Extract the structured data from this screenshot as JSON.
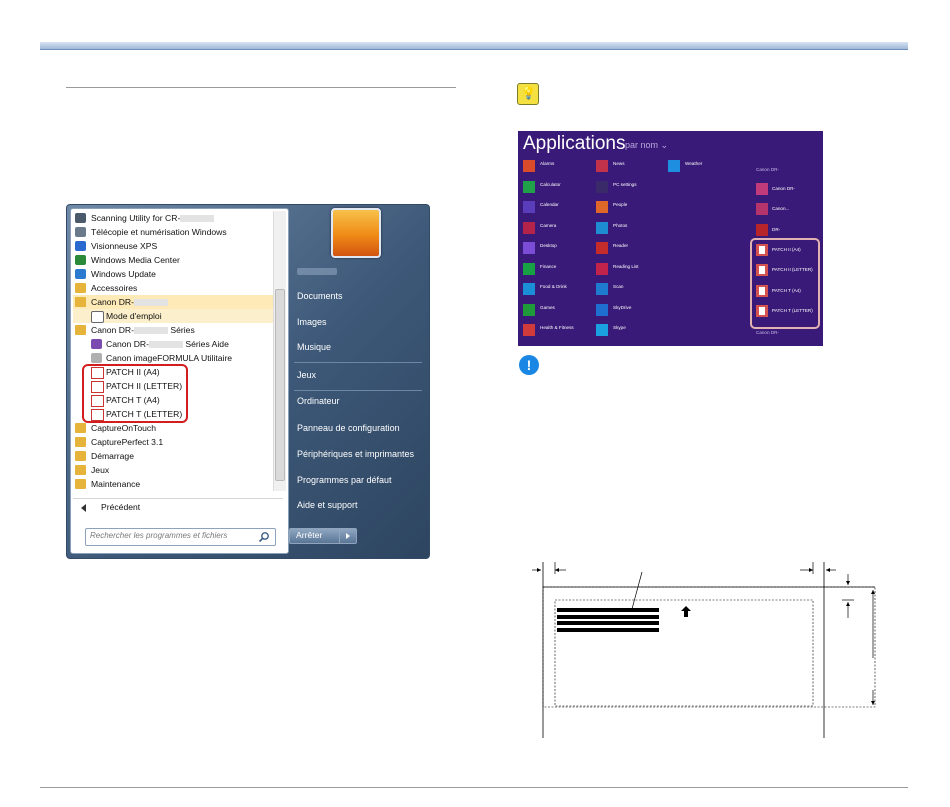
{
  "start_menu": {
    "programs": [
      {
        "label": "Scanning Utility for CR-",
        "icon": "scanner-icon",
        "level": 0
      },
      {
        "label": "Télécopie et numérisation Windows",
        "icon": "fax-icon",
        "level": 0
      },
      {
        "label": "Visionneuse XPS",
        "icon": "xps-icon",
        "level": 0
      },
      {
        "label": "Windows Media Center",
        "icon": "media-center-icon",
        "level": 0
      },
      {
        "label": "Windows Update",
        "icon": "update-icon",
        "level": 0
      },
      {
        "label": "Accessoires",
        "icon": "folder-icon",
        "level": 0
      },
      {
        "label": "Canon DR-",
        "icon": "folder-icon",
        "level": 0
      },
      {
        "label": "Mode d'emploi",
        "icon": "document-icon",
        "level": 1
      },
      {
        "label": "Canon DR-",
        "suffix": "Séries",
        "icon": "folder-icon",
        "level": 0
      },
      {
        "label": "Canon DR-",
        "suffix": "Séries Aide",
        "icon": "help-icon",
        "level": 1
      },
      {
        "label": "Canon imageFORMULA Utilitaire",
        "icon": "utility-icon",
        "level": 1
      },
      {
        "label": "PATCH II (A4)",
        "icon": "pdf-icon",
        "level": 1
      },
      {
        "label": "PATCH II (LETTER)",
        "icon": "pdf-icon",
        "level": 1
      },
      {
        "label": "PATCH T (A4)",
        "icon": "pdf-icon",
        "level": 1
      },
      {
        "label": "PATCH T (LETTER)",
        "icon": "pdf-icon",
        "level": 1
      },
      {
        "label": "CaptureOnTouch",
        "icon": "folder-icon",
        "level": 0
      },
      {
        "label": "CapturePerfect 3.1",
        "icon": "folder-icon",
        "level": 0
      },
      {
        "label": "Démarrage",
        "icon": "folder-icon",
        "level": 0
      },
      {
        "label": "Jeux",
        "icon": "folder-icon",
        "level": 0
      },
      {
        "label": "Maintenance",
        "icon": "folder-icon",
        "level": 0
      }
    ],
    "back_label": "Précédent",
    "search_placeholder": "Rechercher les programmes et fichiers",
    "right_items": [
      "Documents",
      "Images",
      "Musique",
      "Jeux",
      "Ordinateur",
      "Panneau de configuration",
      "Périphériques et imprimantes",
      "Programmes par défaut",
      "Aide et support"
    ],
    "shutdown_label": "Arrêter"
  },
  "apps_screen": {
    "title": "Applications",
    "sort_label": "par nom ⌄",
    "columns": [
      [
        {
          "label": "Alarms",
          "color": "#d94b2b"
        },
        {
          "label": "Calculator",
          "color": "#20a048"
        },
        {
          "label": "Calendar",
          "color": "#5a3dbb"
        },
        {
          "label": "Camera",
          "color": "#b3234a"
        },
        {
          "label": "Desktop",
          "color": "#7b4cd6"
        },
        {
          "label": "Finance",
          "color": "#18a045"
        },
        {
          "label": "Food & Drink",
          "color": "#1a8fd8"
        },
        {
          "label": "Games",
          "color": "#1f9a3a"
        },
        {
          "label": "Health & Fitness",
          "color": "#d23b3b"
        }
      ],
      [
        {
          "label": "News",
          "color": "#c2324a"
        },
        {
          "label": "PC settings",
          "color": "#3a2a6a"
        },
        {
          "label": "People",
          "color": "#e0672a"
        },
        {
          "label": "Photos",
          "color": "#1e8cd0"
        },
        {
          "label": "Reader",
          "color": "#c42b2b"
        },
        {
          "label": "Reading List",
          "color": "#c2234a"
        },
        {
          "label": "Scan",
          "color": "#1e7bd0"
        },
        {
          "label": "SkyDrive",
          "color": "#1e6fd0"
        },
        {
          "label": "Skype",
          "color": "#1aa0e0"
        }
      ],
      [
        {
          "label": "Weather",
          "color": "#1e8fe0"
        }
      ]
    ],
    "canon_group_header": "Canon DR-",
    "canon_group_footer": "Canon DR-",
    "canon_items": [
      {
        "label": "Canon DR-",
        "color": "#c13a7a"
      },
      {
        "label": "Canon...",
        "color": "#b4346b"
      },
      {
        "label": "DR-",
        "color": "#b7242a"
      },
      {
        "label": "PATCH II (A4)",
        "color": "#d4534e"
      },
      {
        "label": "PATCH II (LETTER)",
        "color": "#d4534e"
      },
      {
        "label": "PATCH T (A4)",
        "color": "#d4534e"
      },
      {
        "label": "PATCH T (LETTER)",
        "color": "#d4534e"
      }
    ]
  }
}
